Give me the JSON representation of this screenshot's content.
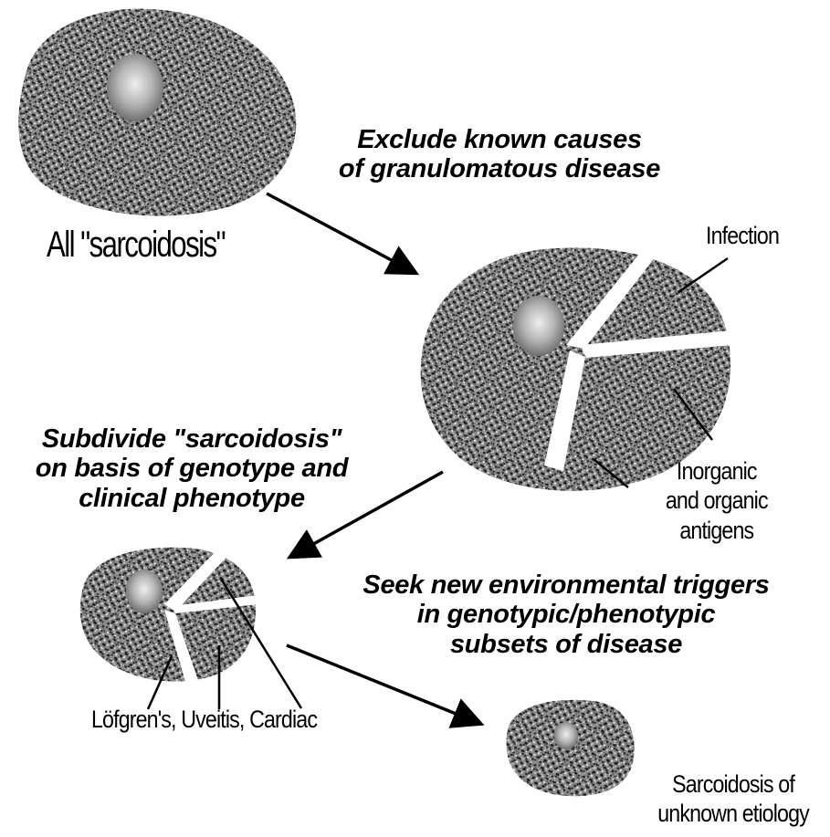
{
  "diagram": {
    "label_all": "All \"sarcoidosis\"",
    "step_exclude": [
      "Exclude known causes",
      "of granulomatous disease"
    ],
    "label_infection": "Infection",
    "label_antigens": [
      "Inorganic",
      "and organic",
      "antigens"
    ],
    "step_subdivide": [
      "Subdivide \"sarcoidosis\"",
      "on basis of genotype and",
      "clinical phenotype"
    ],
    "label_subtypes": "Löfgren's, Uveitis, Cardiac",
    "step_seek": [
      "Seek new environmental triggers",
      "in genotypic/phenotypic",
      "subsets of disease"
    ],
    "label_unknown": [
      "Sarcoidosis of",
      "unknown etiology"
    ]
  }
}
